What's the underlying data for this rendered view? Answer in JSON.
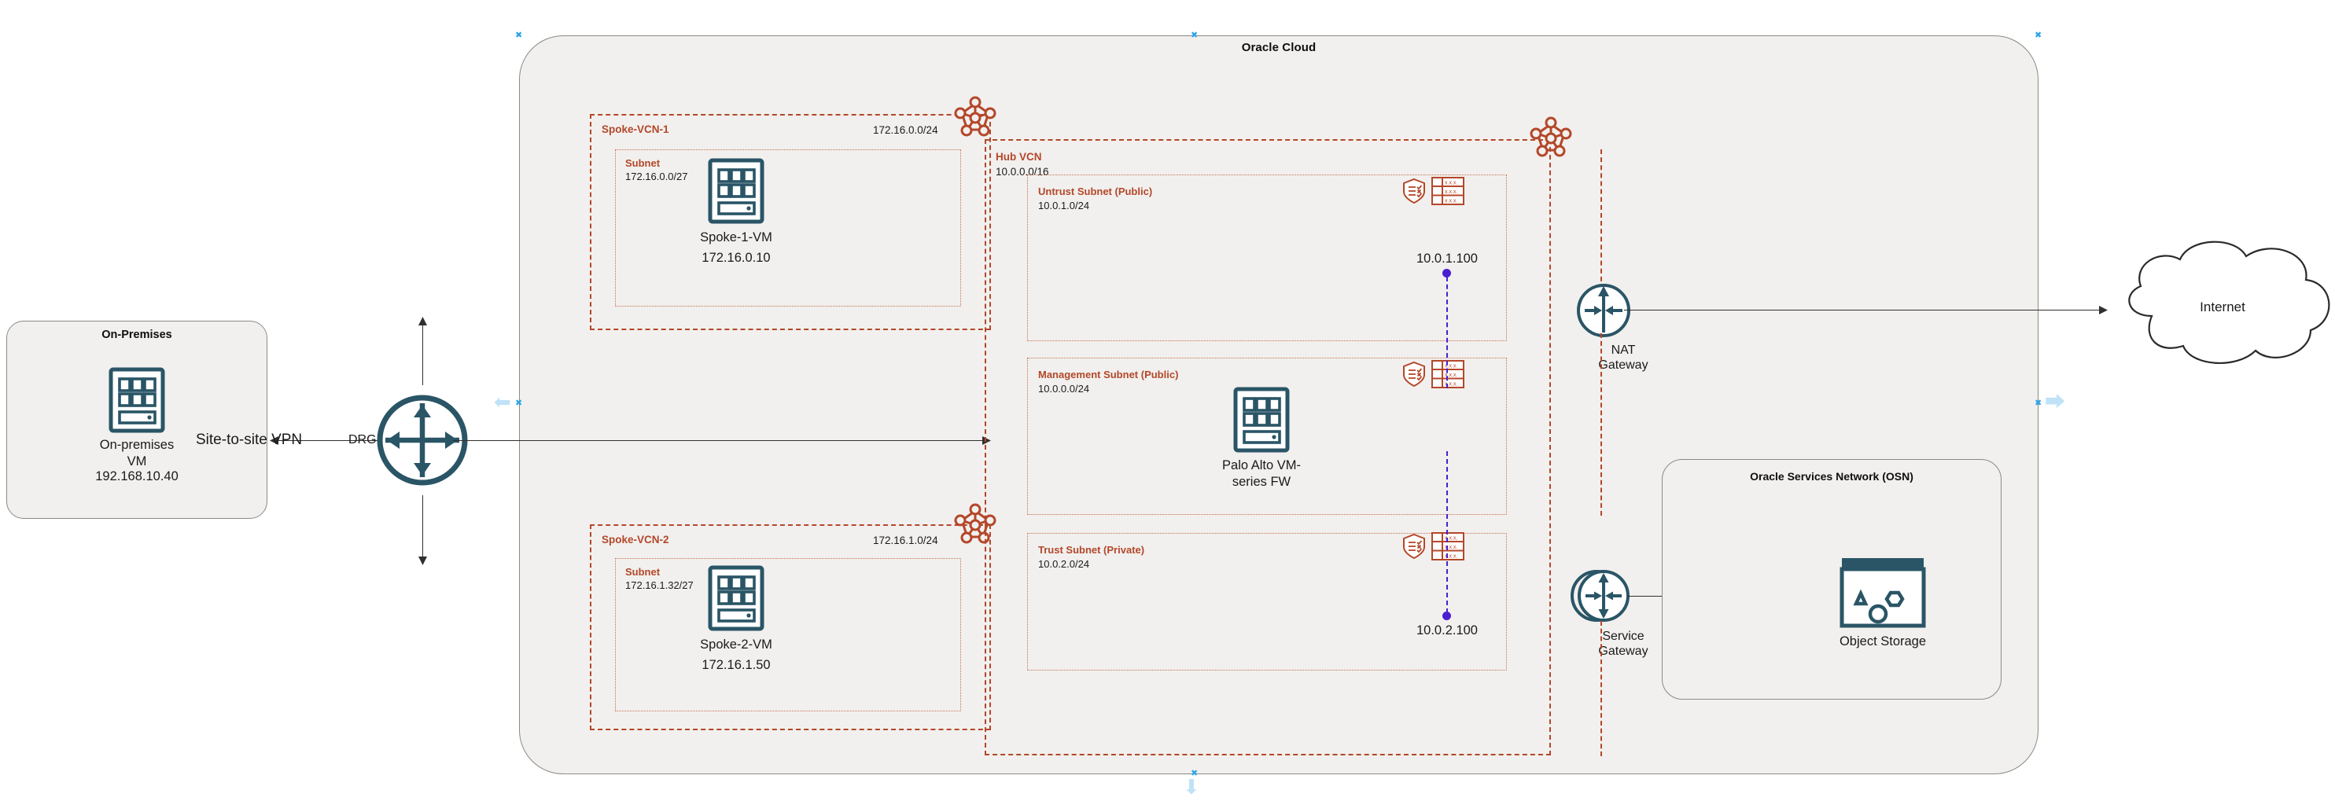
{
  "diagram": {
    "title": "Oracle Cloud",
    "colors": {
      "vcn_border": "#b4472a",
      "container_bg": "#f1f0ee",
      "container_border": "#8a8a85",
      "icon_teal": "#2a5566",
      "link_purple": "#4a1fd0",
      "selection_blue": "#29a3e8"
    }
  },
  "onprem": {
    "title": "On-Premises",
    "vm": {
      "label": "On-premises\nVM",
      "ip": "192.168.10.40",
      "icon": "vm-icon"
    }
  },
  "vpn": {
    "label": "Site-to-site VPN"
  },
  "drg": {
    "label": "DRG",
    "icon": "drg-icon"
  },
  "spoke1": {
    "vcn_name": "Spoke-VCN-1",
    "vcn_cidr": "172.16.0.0/24",
    "vcn_icon": "vcn-icon",
    "subnet_name": "Subnet",
    "subnet_cidr": "172.16.0.0/27",
    "vm": {
      "label": "Spoke-1-VM",
      "ip": "172.16.0.10",
      "icon": "vm-icon"
    }
  },
  "spoke2": {
    "vcn_name": "Spoke-VCN-2",
    "vcn_cidr": "172.16.1.0/24",
    "vcn_icon": "vcn-icon",
    "subnet_name": "Subnet",
    "subnet_cidr": "172.16.1.32/27",
    "vm": {
      "label": "Spoke-2-VM",
      "ip": "172.16.1.50",
      "icon": "vm-icon"
    }
  },
  "hub": {
    "vcn_name": "Hub VCN",
    "vcn_cidr": "10.0.0.0/16",
    "vcn_icon": "vcn-icon",
    "subnets": [
      {
        "name": "Untrust Subnet (Public)",
        "cidr": "10.0.1.0/24",
        "endpoint_ip": "10.0.1.100",
        "security_icon": "security-list-icon",
        "route_icon": "route-table-icon",
        "route_rows": [
          "x.x.x.",
          "x.x.x.",
          "x.x.x."
        ]
      },
      {
        "name": "Management Subnet (Public)",
        "cidr": "10.0.0.0/24",
        "security_icon": "security-list-icon",
        "route_icon": "route-table-icon",
        "route_rows": [
          "x.x.x.",
          "x.x.x.",
          "x.x.x."
        ],
        "vm": {
          "label": "Palo Alto VM-\nseries FW",
          "icon": "firewall-vm-icon"
        }
      },
      {
        "name": "Trust Subnet (Private)",
        "cidr": "10.0.2.0/24",
        "endpoint_ip": "10.0.2.100",
        "security_icon": "security-list-icon",
        "route_icon": "route-table-icon",
        "route_rows": [
          "x.x.x.",
          "x.x.x.",
          "x.x.x."
        ]
      }
    ]
  },
  "nat_gateway": {
    "label": "NAT\nGateway",
    "icon": "nat-gateway-icon"
  },
  "service_gateway": {
    "label": "Service\nGateway",
    "icon": "service-gateway-icon"
  },
  "osn": {
    "title": "Oracle Services Network (OSN)",
    "object_storage": {
      "label": "Object Storage",
      "icon": "object-storage-icon"
    }
  },
  "internet": {
    "label": "Internet",
    "icon": "cloud-icon"
  }
}
